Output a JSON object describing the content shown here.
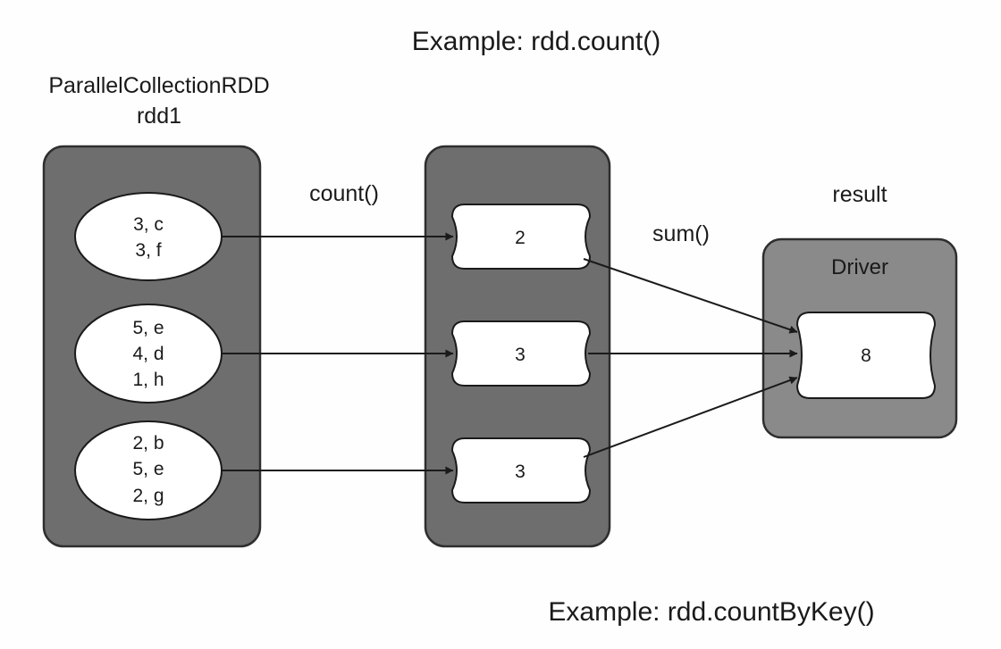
{
  "titles": {
    "top": "Example: rdd.count()",
    "bottom": "Example: rdd.countByKey()"
  },
  "source_rdd": {
    "type_label": "ParallelCollectionRDD",
    "name": "rdd1",
    "partitions": [
      {
        "lines": [
          "3, c",
          "3, f"
        ]
      },
      {
        "lines": [
          "5, e",
          "4, d",
          "1, h"
        ]
      },
      {
        "lines": [
          "2, b",
          "5, e",
          "2, g"
        ]
      }
    ]
  },
  "operations": {
    "first": "count()",
    "second": "sum()"
  },
  "counts": {
    "values": [
      "2",
      "3",
      "3"
    ]
  },
  "driver": {
    "caption": "result",
    "label": "Driver",
    "value": "8"
  },
  "colors": {
    "container_fill": "#6e6e6e",
    "driver_fill": "#8a8a8a",
    "node_fill": "#ffffff",
    "stroke": "#1a1a1a"
  }
}
